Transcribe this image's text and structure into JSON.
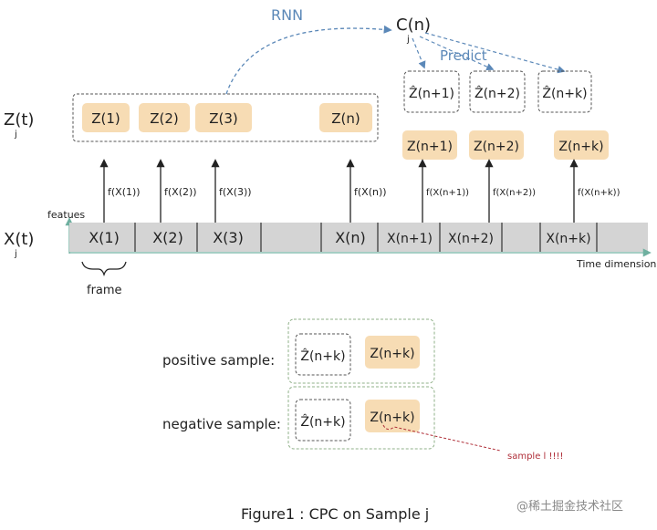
{
  "labels": {
    "z_row": "Z(t)",
    "x_row": "X(t)",
    "j_sub": "j",
    "features": "featues",
    "time_dimension": "Time dimension",
    "frame": "frame",
    "rnn": "RNN",
    "context": "C(n)",
    "predict": "Predict",
    "positive_sample": "positive sample:",
    "negative_sample": "negative sample:",
    "sample_note": "sample l !!!!",
    "caption": "Figure1 : CPC on Sample j",
    "watermark": "@稀土掘金技术社区"
  },
  "z_nodes": [
    "Z(1)",
    "Z(2)",
    "Z(3)",
    "Z(n)"
  ],
  "z_predicted": [
    "Z(n+1)",
    "Z(n+2)",
    "Z(n+k)"
  ],
  "z_hat": [
    "Ẑ(n+1)",
    "Ẑ(n+2)",
    "Ẑ(n+k)"
  ],
  "encoders": [
    "f(X(1))",
    "f(X(2))",
    "f(X(3))",
    "f(X(n))",
    "f(X(n+1))",
    "f(X(n+2))",
    "f(X(n+k))"
  ],
  "x_cells": [
    "X(1)",
    "X(2)",
    "X(3)",
    "X(n)",
    "X(n+1)",
    "X(n+2)",
    "X(n+k)"
  ],
  "positive_pair": {
    "hat": "Ẑ(n+k)",
    "target": "Z(n+k)"
  },
  "negative_pair": {
    "hat": "Ẑ(n+k)",
    "target": "Z(n+k)"
  },
  "colors": {
    "node_fill": "#f7dcb4",
    "band_fill": "#d4d4d4",
    "blue_dash": "#5b88b8",
    "red_dash": "#b0303a",
    "axis_green": "#6fb0a0"
  }
}
